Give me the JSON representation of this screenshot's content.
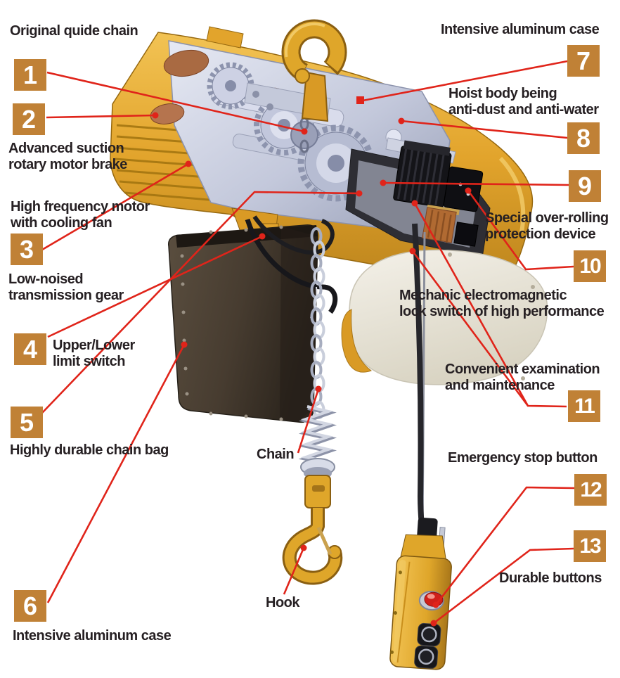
{
  "diagram_title": "Electric chain hoist annotated parts diagram",
  "colors": {
    "badge_bg": "#c08136",
    "leader_line": "#e0241a",
    "label_text": "#262023",
    "body_yellow": "#e2a42c",
    "steel_gray": "#c3c8db",
    "chain_bag": "#473c30",
    "emergency_red": "#d0201a",
    "background": "#ffffff"
  },
  "callouts": [
    {
      "num": "1",
      "lines": [
        "Original quide chain"
      ]
    },
    {
      "num": "2",
      "lines": [
        "Advanced suction",
        "rotary motor brake"
      ]
    },
    {
      "num": "3",
      "lines": [
        "High frequency motor",
        "with cooling fan"
      ]
    },
    {
      "num": "4",
      "lines": [
        "Upper/Lower",
        "limit switch"
      ]
    },
    {
      "num": "5",
      "lines": [
        "Highly durable chain bag"
      ]
    },
    {
      "num": "6",
      "lines": [
        "Intensive aluminum case"
      ]
    },
    {
      "num": "7",
      "lines": [
        "Intensive aluminum case"
      ]
    },
    {
      "num": "8",
      "lines": [
        "Hoist body being",
        "anti-dust and anti-water"
      ]
    },
    {
      "num": "9",
      "lines": [
        "Special over-rolling",
        "protection device"
      ]
    },
    {
      "num": "10",
      "lines": [
        "Mechanic electromagnetic",
        "lock switch of high performance"
      ]
    },
    {
      "num": "11",
      "lines": [
        "Convenient examination",
        "and maintenance"
      ]
    },
    {
      "num": "12",
      "lines": [
        "Emergency stop button"
      ]
    },
    {
      "num": "13",
      "lines": [
        "Durable buttons"
      ]
    }
  ],
  "extra_labels": [
    {
      "lines": [
        "Low-noised",
        "transmission gear"
      ]
    },
    {
      "lines": [
        "Chain"
      ]
    },
    {
      "lines": [
        "Hook"
      ]
    }
  ]
}
